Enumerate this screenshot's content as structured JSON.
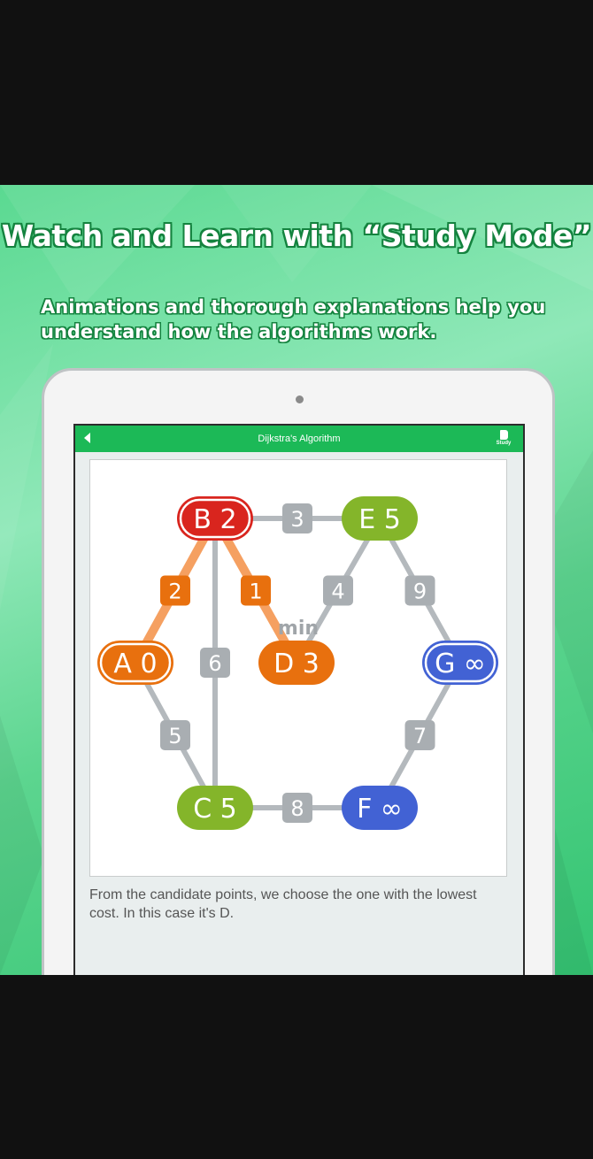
{
  "headline": "Watch and Learn with “Study Mode”",
  "subtitle": "Animations and thorough explanations help you understand how the algorithms work.",
  "app": {
    "title": "Dijkstra's Algorithm",
    "study_label": "Study",
    "explanation": "From the candidate points, we choose the one with the lowest cost. In this case it's D."
  },
  "graph": {
    "min_label": "min",
    "nodes": [
      {
        "id": "A",
        "label": "A 0",
        "color": "#e8700e",
        "style": "ring"
      },
      {
        "id": "B",
        "label": "B 2",
        "color": "#d9251e",
        "style": "ring"
      },
      {
        "id": "C",
        "label": "C 5",
        "color": "#84b52a",
        "style": "solid"
      },
      {
        "id": "D",
        "label": "D 3",
        "color": "#e8700e",
        "style": "solid"
      },
      {
        "id": "E",
        "label": "E 5",
        "color": "#84b52a",
        "style": "solid"
      },
      {
        "id": "F",
        "label": "F ∞",
        "color": "#4262d4",
        "style": "solid"
      },
      {
        "id": "G",
        "label": "G ∞",
        "color": "#4262d4",
        "style": "ring"
      }
    ],
    "edges": [
      {
        "from": "A",
        "to": "B",
        "weight": "2",
        "highlight": true
      },
      {
        "from": "B",
        "to": "D",
        "weight": "1",
        "highlight": true
      },
      {
        "from": "B",
        "to": "E",
        "weight": "3",
        "highlight": false
      },
      {
        "from": "B",
        "to": "C",
        "weight": "6",
        "highlight": false
      },
      {
        "from": "E",
        "to": "D",
        "weight": "4",
        "highlight": false
      },
      {
        "from": "E",
        "to": "G",
        "weight": "9",
        "highlight": false
      },
      {
        "from": "A",
        "to": "C",
        "weight": "5",
        "highlight": false
      },
      {
        "from": "G",
        "to": "F",
        "weight": "7",
        "highlight": false
      },
      {
        "from": "C",
        "to": "F",
        "weight": "8",
        "highlight": false
      }
    ],
    "colors": {
      "edge": "#b4b9bd",
      "edge_highlight": "#f5a061",
      "weight_box": "#a9aeb2",
      "weight_highlight": "#e8700e"
    }
  }
}
